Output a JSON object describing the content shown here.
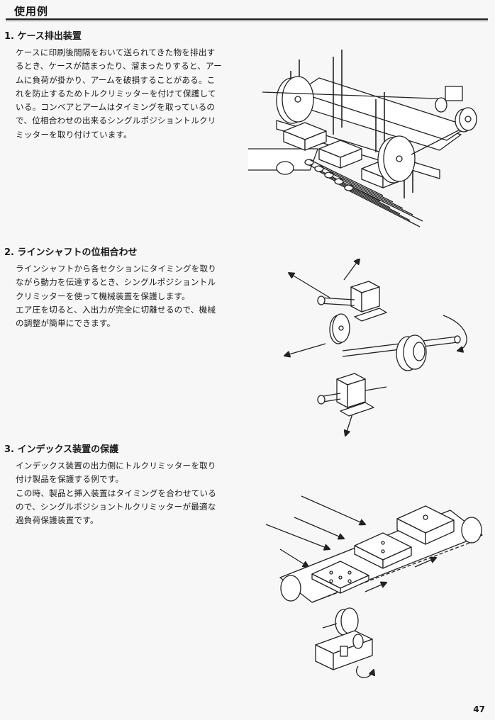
{
  "header": {
    "title": "使用例"
  },
  "sections": [
    {
      "heading": "1. ケース排出装置",
      "lines": [
        "ケースに印刷後間隔をおいて送られてきた物を排出す",
        "るとき、ケースが詰まったり、溜まったりすると、アー",
        "ムに負荷が掛かり、アームを破損することがある。こ",
        "れを防止するためトルクリミッターを付けて保護して",
        "いる。コンベアとアームはタイミングを取っているの",
        "で、位相合わせの出来るシングルポジショントルクリ",
        "ミッターを取り付けています。"
      ]
    },
    {
      "heading": "2. ラインシャフトの位相合わせ",
      "lines": [
        "ラインシャフトから各セクションにタイミングを取り",
        "ながら動力を伝達するとき、シングルポジショントル",
        "クリミッターを使って機械装置を保護します。",
        "エア圧を切ると、入出力が完全に切離せるので、機械",
        "の調整が簡単にできます。"
      ]
    },
    {
      "heading": "3. インデックス装置の保護",
      "lines": [
        "インデックス装置の出力側にトルクリミッターを取り",
        "付け製品を保護する例です。",
        "この時、製品と挿入装置はタイミングを合わせている",
        "ので、シングルポジショントルクリミッターが最適な",
        "過負荷保護装置です。"
      ]
    }
  ],
  "page_number": "47"
}
